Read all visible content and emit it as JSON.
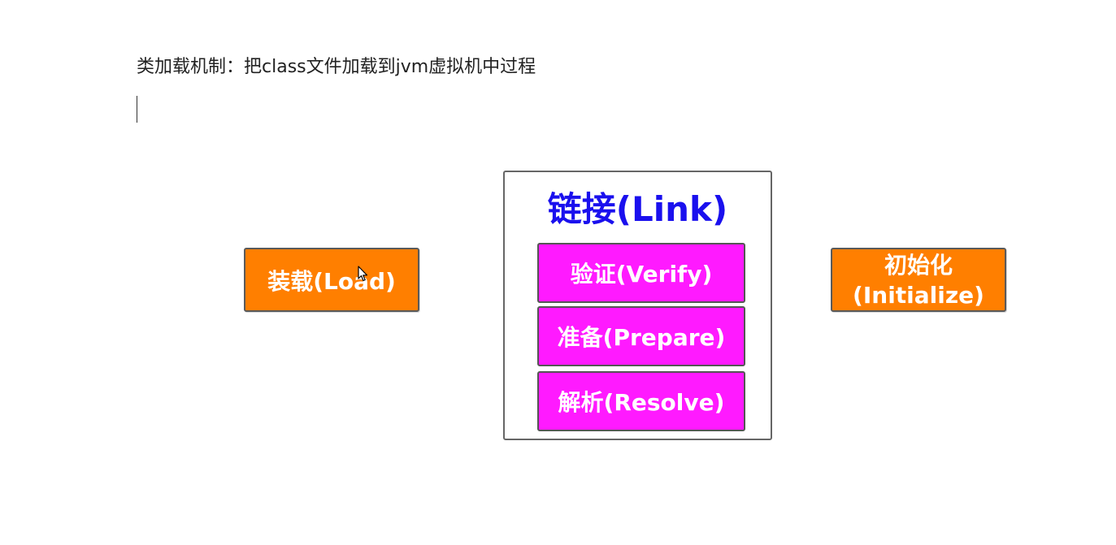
{
  "heading": "类加载机制：把class文件加载到jvm虚拟机中过程",
  "diagram": {
    "load_label": "装载(Load)",
    "link": {
      "title": "链接(Link)",
      "steps": [
        "验证(Verify)",
        "准备(Prepare)",
        "解析(Resolve)"
      ]
    },
    "init_label_line1": "初始化",
    "init_label_line2": "(Initialize)"
  },
  "colors": {
    "orange_box": "#ff7f00",
    "magenta_box": "#ff1aff",
    "link_title": "#1a10ee"
  },
  "icons": {
    "cursor": "mouse-cursor-icon"
  }
}
